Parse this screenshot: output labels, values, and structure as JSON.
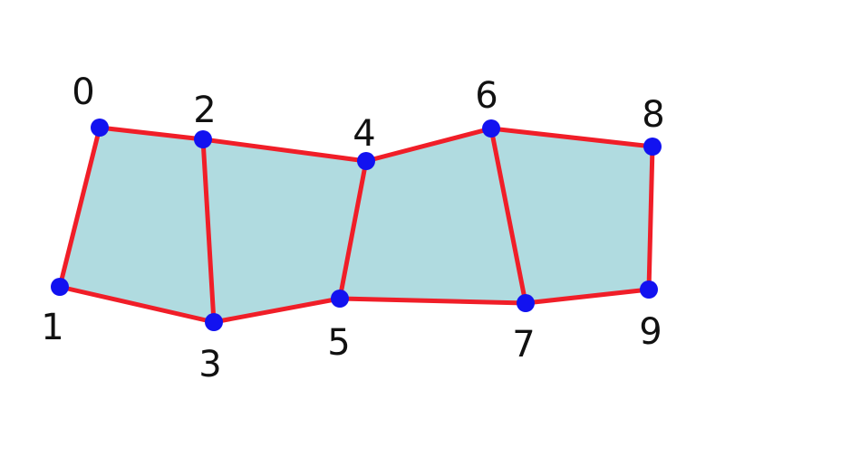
{
  "colors": {
    "fill": "#b0dbe0",
    "edge": "#f01e28",
    "vertex": "#1212f0",
    "label": "#111111"
  },
  "vertices": [
    {
      "id": "0",
      "label": "0"
    },
    {
      "id": "1",
      "label": "1"
    },
    {
      "id": "2",
      "label": "2"
    },
    {
      "id": "3",
      "label": "3"
    },
    {
      "id": "4",
      "label": "4"
    },
    {
      "id": "5",
      "label": "5"
    },
    {
      "id": "6",
      "label": "6"
    },
    {
      "id": "7",
      "label": "7"
    },
    {
      "id": "8",
      "label": "8"
    },
    {
      "id": "9",
      "label": "9"
    }
  ],
  "quads": [
    [
      "0",
      "2",
      "3",
      "1"
    ],
    [
      "2",
      "4",
      "5",
      "3"
    ],
    [
      "4",
      "6",
      "7",
      "5"
    ],
    [
      "6",
      "8",
      "9",
      "7"
    ]
  ],
  "edges": [
    [
      "0",
      "2"
    ],
    [
      "2",
      "4"
    ],
    [
      "4",
      "6"
    ],
    [
      "6",
      "8"
    ],
    [
      "1",
      "3"
    ],
    [
      "3",
      "5"
    ],
    [
      "5",
      "7"
    ],
    [
      "7",
      "9"
    ],
    [
      "0",
      "1"
    ],
    [
      "2",
      "3"
    ],
    [
      "4",
      "5"
    ],
    [
      "6",
      "7"
    ],
    [
      "8",
      "9"
    ]
  ]
}
